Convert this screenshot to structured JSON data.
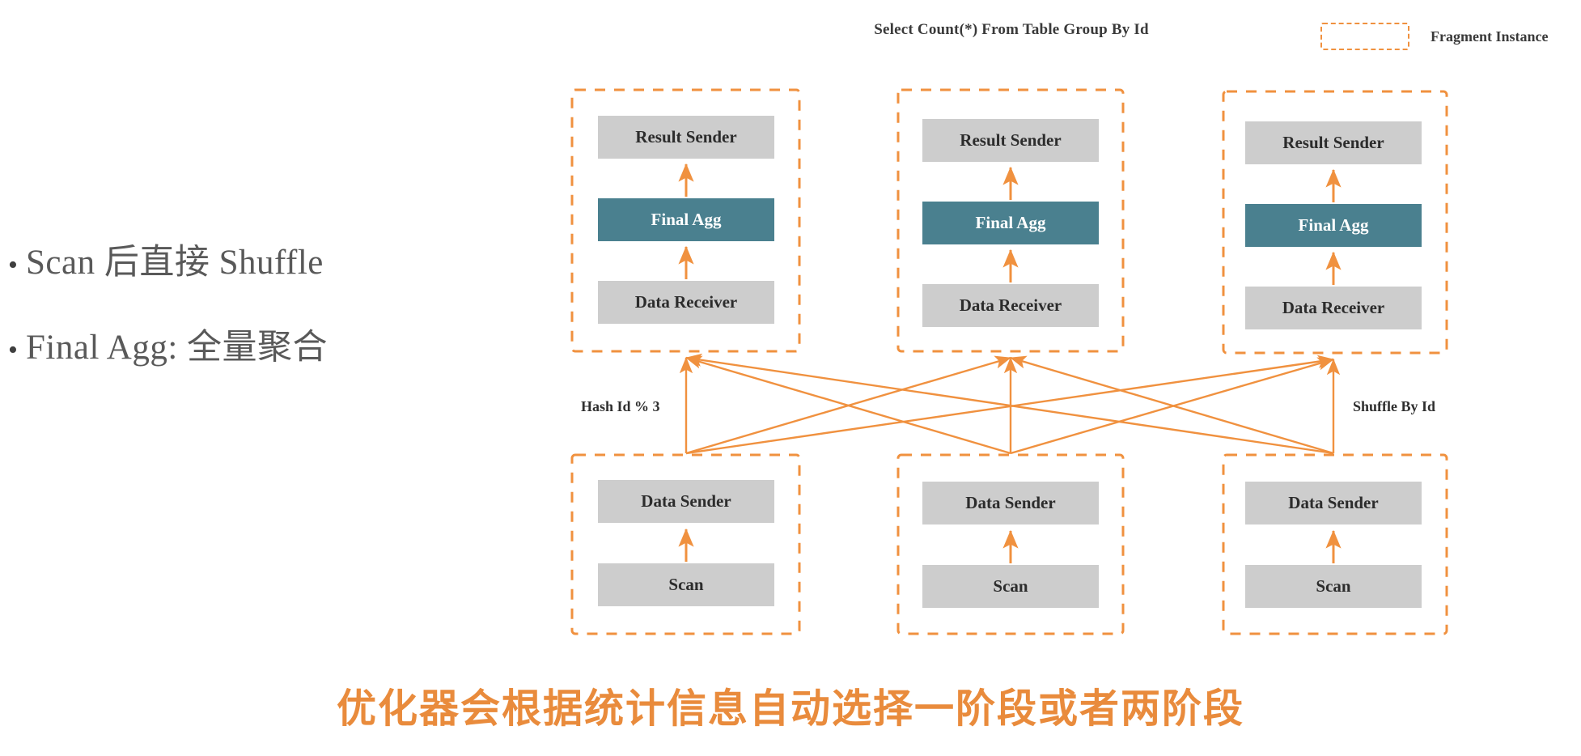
{
  "slide": {
    "background_color": "#FFFFFF",
    "accent_orange": "#F0913F",
    "box_gray": "#CDCDCD",
    "box_teal": "#4A808F",
    "text_dark": "#2C2C2C"
  },
  "bullets": [
    {
      "marker": "•",
      "text": "Scan 后直接 Shuffle"
    },
    {
      "marker": "•",
      "text": "Final Agg: 全量聚合"
    }
  ],
  "diagram": {
    "title": "Select Count(*) From Table Group By Id",
    "legend": {
      "swatch_style": "orange-dashed-rectangle",
      "label": "Fragment Instance"
    },
    "edge_labels": {
      "left": "Hash Id % 3",
      "right": "Shuffle By Id"
    },
    "upper_fragments": [
      {
        "name": "upper-fragment-1",
        "operators": [
          {
            "label": "Result Sender",
            "style": "gray"
          },
          {
            "label": "Final Agg",
            "style": "teal"
          },
          {
            "label": "Data Receiver",
            "style": "gray"
          }
        ]
      },
      {
        "name": "upper-fragment-2",
        "operators": [
          {
            "label": "Result Sender",
            "style": "gray"
          },
          {
            "label": "Final Agg",
            "style": "teal"
          },
          {
            "label": "Data Receiver",
            "style": "gray"
          }
        ]
      },
      {
        "name": "upper-fragment-3",
        "operators": [
          {
            "label": "Result Sender",
            "style": "gray"
          },
          {
            "label": "Final Agg",
            "style": "teal"
          },
          {
            "label": "Data Receiver",
            "style": "gray"
          }
        ]
      }
    ],
    "lower_fragments": [
      {
        "name": "lower-fragment-1",
        "operators": [
          {
            "label": "Data Sender",
            "style": "gray"
          },
          {
            "label": "Scan",
            "style": "gray"
          }
        ]
      },
      {
        "name": "lower-fragment-2",
        "operators": [
          {
            "label": "Data Sender",
            "style": "gray"
          },
          {
            "label": "Scan",
            "style": "gray"
          }
        ]
      },
      {
        "name": "lower-fragment-3",
        "operators": [
          {
            "label": "Data Sender",
            "style": "gray"
          },
          {
            "label": "Scan",
            "style": "gray"
          }
        ]
      }
    ],
    "shuffle": {
      "description": "full 3x3 crossbar from each lower Data Sender to each upper Data Receiver",
      "connections": [
        [
          0,
          0
        ],
        [
          0,
          1
        ],
        [
          0,
          2
        ],
        [
          1,
          0
        ],
        [
          1,
          1
        ],
        [
          1,
          2
        ],
        [
          2,
          0
        ],
        [
          2,
          1
        ],
        [
          2,
          2
        ]
      ]
    }
  },
  "caption": {
    "text": "优化器会根据统计信息自动选择一阶段或者两阶段",
    "color": "#E98B3C"
  }
}
